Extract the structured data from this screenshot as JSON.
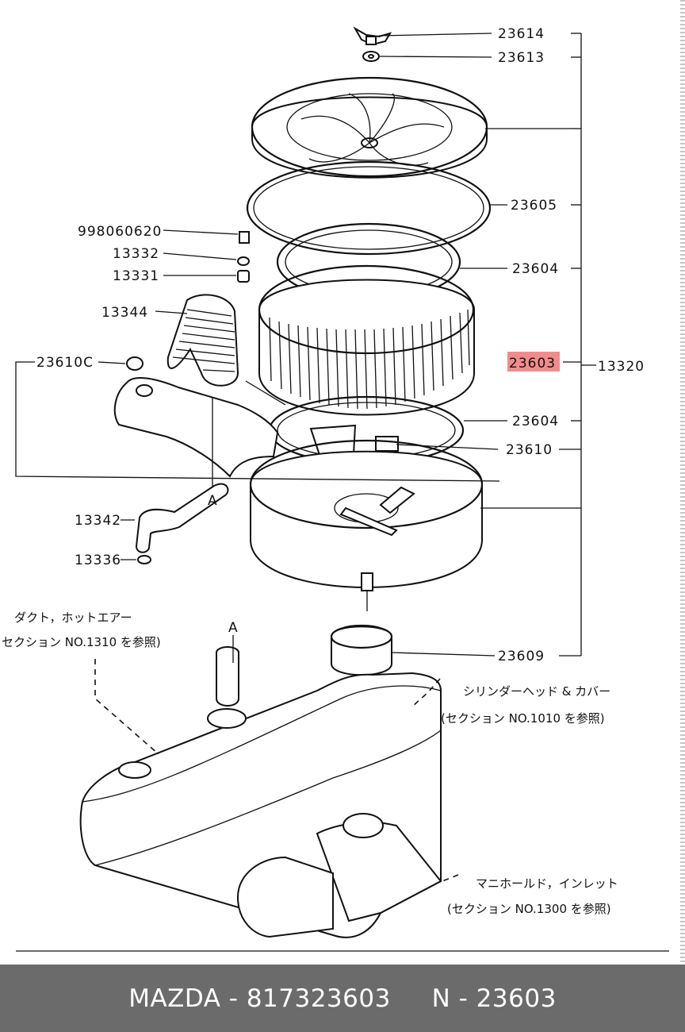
{
  "diagram": {
    "part_labels": {
      "p23614": "23614",
      "p23613": "23613",
      "p23605": "23605",
      "p998060620": "998060620",
      "p13332": "13332",
      "p13331": "13331",
      "p23604_top": "23604",
      "p13344": "13344",
      "p23610C": "23610C",
      "p23603": "23603",
      "p13320": "13320",
      "p23604_bottom": "23604",
      "p23610": "23610",
      "p13342": "13342",
      "p13336": "13336",
      "p23609": "23609",
      "marker_a1": "A",
      "marker_a2": "A"
    },
    "highlighted_part": "23603",
    "highlight_color": "#f28c8c",
    "notes": {
      "duct_line1": "ダクト，ホットエアー",
      "duct_line2": "セクション NO.1310 を参照)",
      "cylinder_line1": "シリンダーヘッド & カバー",
      "cylinder_line2": "(セクション NO.1010 を参照)",
      "manifold_line1": "マニホールド，インレット",
      "manifold_line2": "(セクション NO.1300 を参照)"
    }
  },
  "footer": {
    "text": "MAZDA - 817323603     N - 23603",
    "background": "#6b6b6b"
  }
}
